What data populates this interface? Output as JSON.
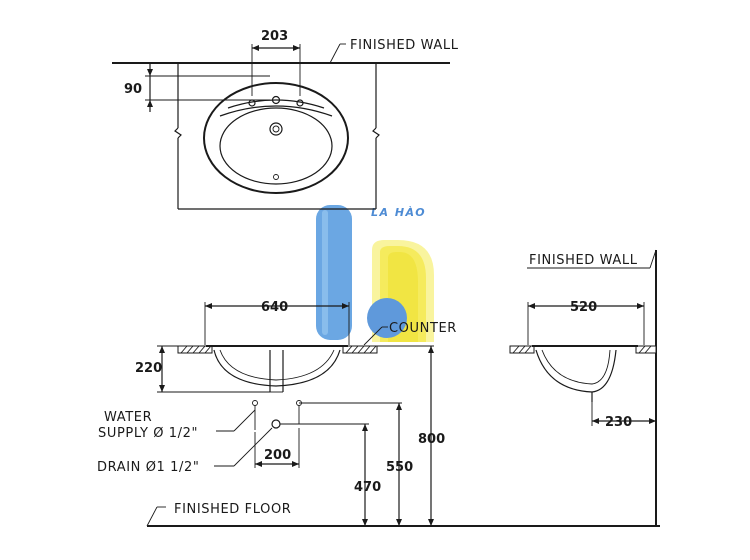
{
  "labels": {
    "finished_wall_top": "FINISHED  WALL",
    "finished_wall_right": "FINISHED  WALL",
    "counter": "COUNTER",
    "water_supply_line1": "WATER",
    "water_supply_line2": "SUPPLY Ø 1/2\"",
    "drain": "DRAIN Ø1 1/2\"",
    "finished_floor": "FINISHED  FLOOR"
  },
  "dimensions": {
    "faucet_spacing": "203",
    "faucet_depth": "90",
    "basin_width_front": "640",
    "basin_height": "220",
    "supply_drain_offset": "200",
    "drain_height": "470",
    "supply_height": "550",
    "counter_height": "800",
    "basin_width_side": "520",
    "side_depth": "230"
  },
  "watermark": {
    "text": "LA HÀO",
    "colors": {
      "blue": "#3a7fd0",
      "yellow": "#f2e63a"
    }
  }
}
